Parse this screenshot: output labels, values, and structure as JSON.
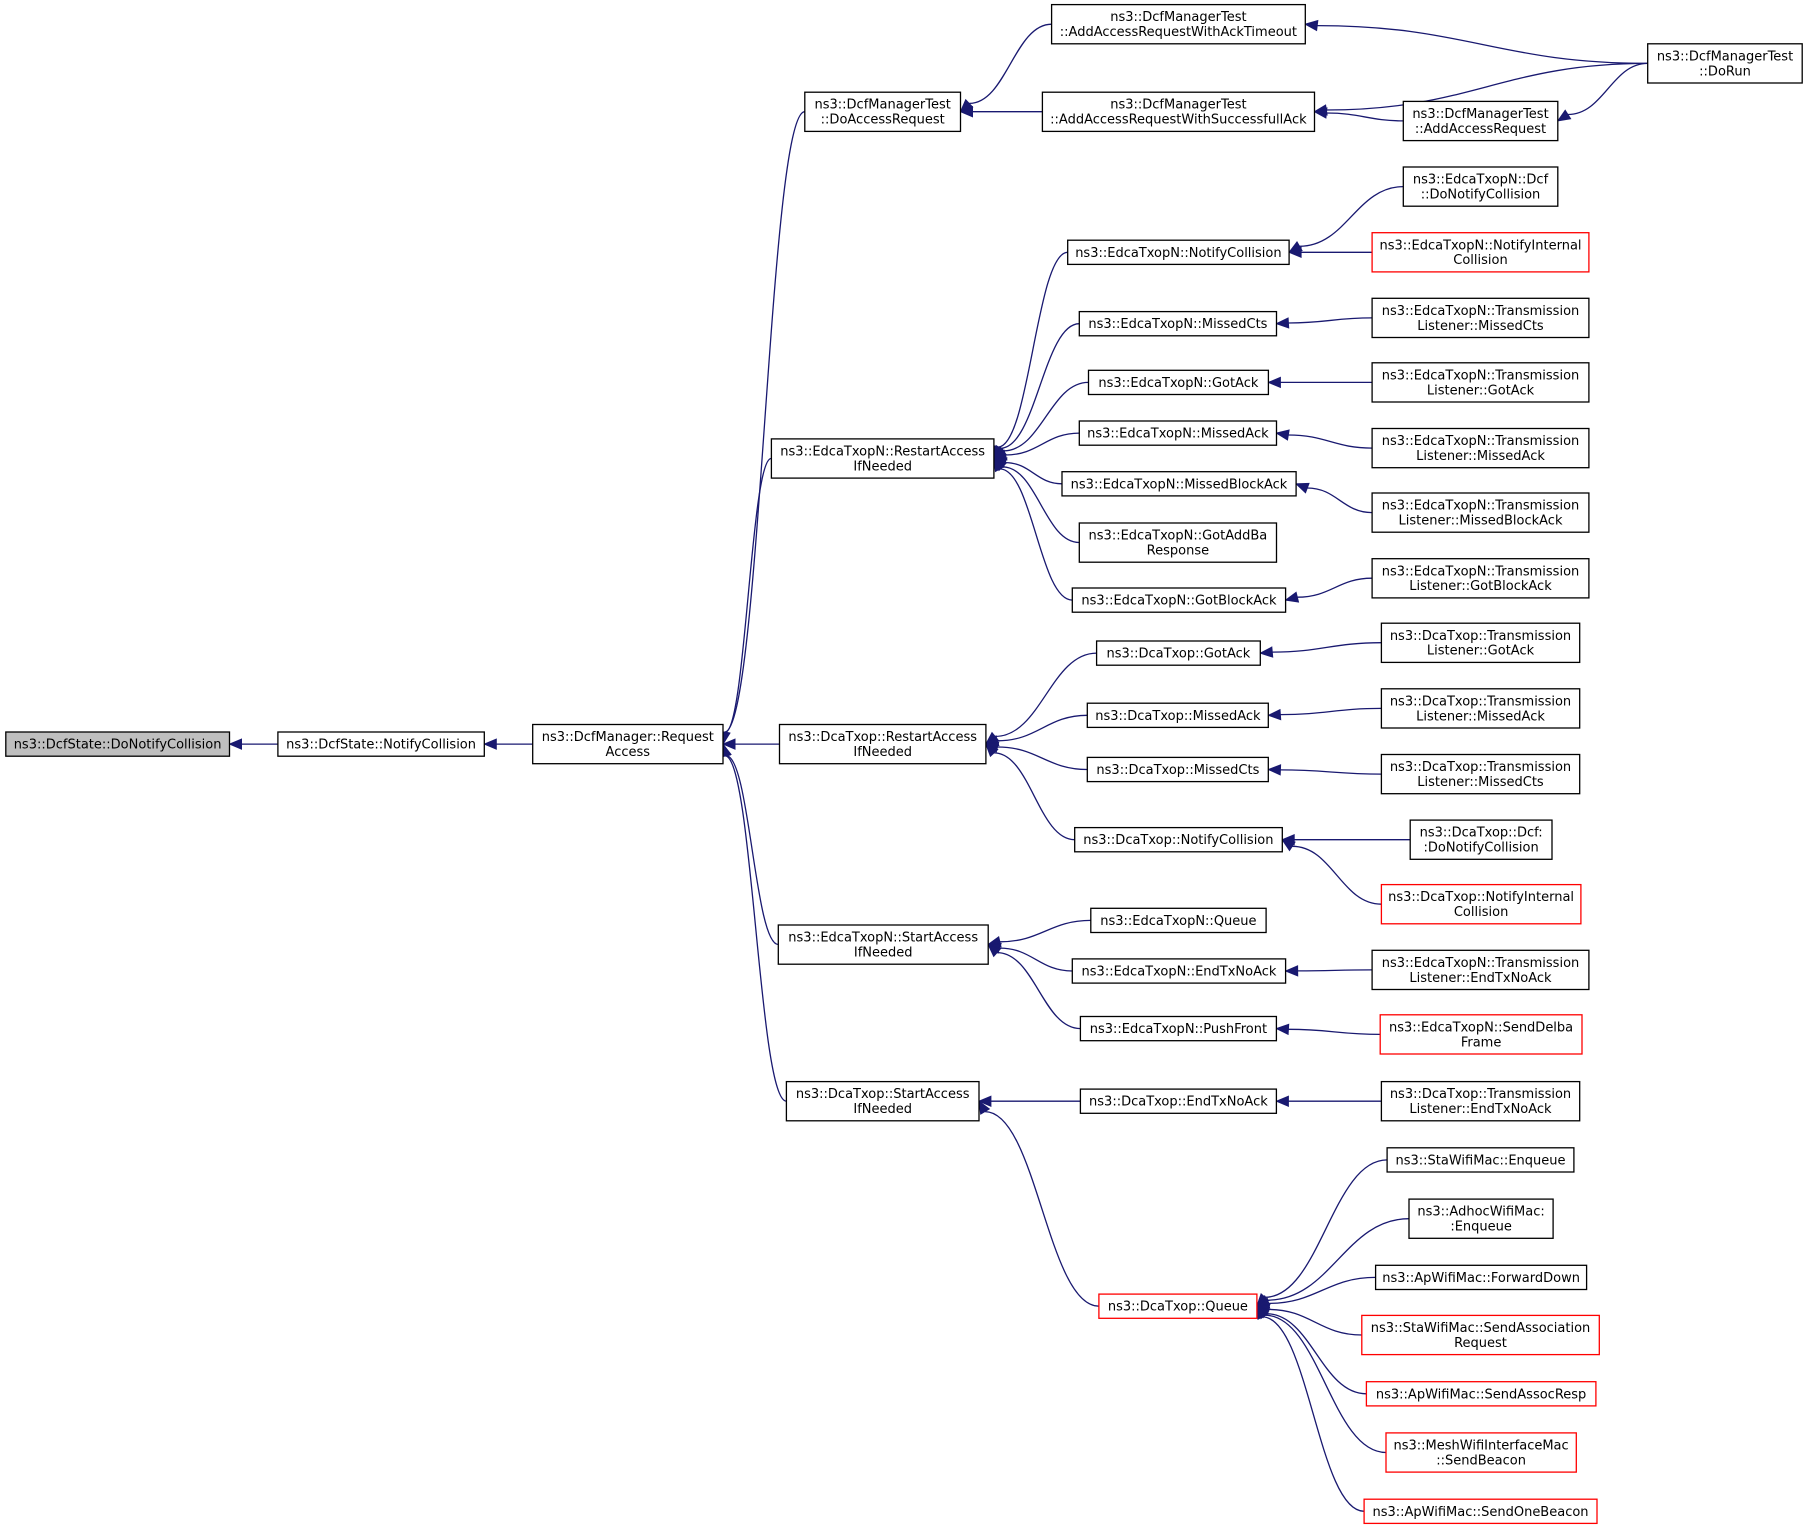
{
  "diagram": {
    "kind": "caller-graph",
    "colors": {
      "edge": "#191970",
      "box_border": "#000000",
      "truncated_box_border": "#ff0000",
      "focus_fill": "#bfbfbf"
    },
    "nodes": [
      {
        "id": "n0",
        "lines": [
          "ns3::DcfState::DoNotifyCollision"
        ],
        "style": "focus"
      },
      {
        "id": "n1",
        "lines": [
          "ns3::DcfState::NotifyCollision"
        ],
        "style": "normal"
      },
      {
        "id": "n2",
        "lines": [
          "ns3::DcfManager::Request",
          "Access"
        ],
        "style": "normal"
      },
      {
        "id": "n3",
        "lines": [
          "ns3::DcfManagerTest",
          "::DoAccessRequest"
        ],
        "style": "normal"
      },
      {
        "id": "n4",
        "lines": [
          "ns3::DcfManagerTest",
          "::AddAccessRequestWithAckTimeout"
        ],
        "style": "normal"
      },
      {
        "id": "n5",
        "lines": [
          "ns3::DcfManagerTest",
          "::AddAccessRequestWithSuccessfullAck"
        ],
        "style": "normal"
      },
      {
        "id": "n6",
        "lines": [
          "ns3::DcfManagerTest",
          "::DoRun"
        ],
        "style": "normal"
      },
      {
        "id": "n7",
        "lines": [
          "ns3::DcfManagerTest",
          "::AddAccessRequest"
        ],
        "style": "normal"
      },
      {
        "id": "n8",
        "lines": [
          "ns3::EdcaTxopN::RestartAccess",
          "IfNeeded"
        ],
        "style": "normal"
      },
      {
        "id": "n9",
        "lines": [
          "ns3::EdcaTxopN::NotifyCollision"
        ],
        "style": "normal"
      },
      {
        "id": "n10",
        "lines": [
          "ns3::EdcaTxopN::Dcf",
          "::DoNotifyCollision"
        ],
        "style": "normal"
      },
      {
        "id": "n11",
        "lines": [
          "ns3::EdcaTxopN::NotifyInternal",
          "Collision"
        ],
        "style": "truncated"
      },
      {
        "id": "n12",
        "lines": [
          "ns3::EdcaTxopN::MissedCts"
        ],
        "style": "normal"
      },
      {
        "id": "n13",
        "lines": [
          "ns3::EdcaTxopN::Transmission",
          "Listener::MissedCts"
        ],
        "style": "normal"
      },
      {
        "id": "n14",
        "lines": [
          "ns3::EdcaTxopN::GotAck"
        ],
        "style": "normal"
      },
      {
        "id": "n15",
        "lines": [
          "ns3::EdcaTxopN::Transmission",
          "Listener::GotAck"
        ],
        "style": "normal"
      },
      {
        "id": "n16",
        "lines": [
          "ns3::EdcaTxopN::MissedAck"
        ],
        "style": "normal"
      },
      {
        "id": "n17",
        "lines": [
          "ns3::EdcaTxopN::Transmission",
          "Listener::MissedAck"
        ],
        "style": "normal"
      },
      {
        "id": "n18",
        "lines": [
          "ns3::EdcaTxopN::MissedBlockAck"
        ],
        "style": "normal"
      },
      {
        "id": "n19",
        "lines": [
          "ns3::EdcaTxopN::Transmission",
          "Listener::MissedBlockAck"
        ],
        "style": "normal"
      },
      {
        "id": "n20",
        "lines": [
          "ns3::EdcaTxopN::GotAddBa",
          "Response"
        ],
        "style": "normal"
      },
      {
        "id": "n21",
        "lines": [
          "ns3::EdcaTxopN::GotBlockAck"
        ],
        "style": "normal"
      },
      {
        "id": "n22",
        "lines": [
          "ns3::EdcaTxopN::Transmission",
          "Listener::GotBlockAck"
        ],
        "style": "normal"
      },
      {
        "id": "n23",
        "lines": [
          "ns3::DcaTxop::RestartAccess",
          "IfNeeded"
        ],
        "style": "normal"
      },
      {
        "id": "n24",
        "lines": [
          "ns3::DcaTxop::GotAck"
        ],
        "style": "normal"
      },
      {
        "id": "n25",
        "lines": [
          "ns3::DcaTxop::Transmission",
          "Listener::GotAck"
        ],
        "style": "normal"
      },
      {
        "id": "n26",
        "lines": [
          "ns3::DcaTxop::MissedAck"
        ],
        "style": "normal"
      },
      {
        "id": "n27",
        "lines": [
          "ns3::DcaTxop::Transmission",
          "Listener::MissedAck"
        ],
        "style": "normal"
      },
      {
        "id": "n28",
        "lines": [
          "ns3::DcaTxop::MissedCts"
        ],
        "style": "normal"
      },
      {
        "id": "n29",
        "lines": [
          "ns3::DcaTxop::Transmission",
          "Listener::MissedCts"
        ],
        "style": "normal"
      },
      {
        "id": "n30",
        "lines": [
          "ns3::DcaTxop::NotifyCollision"
        ],
        "style": "normal"
      },
      {
        "id": "n31",
        "lines": [
          "ns3::DcaTxop::Dcf:",
          ":DoNotifyCollision"
        ],
        "style": "normal"
      },
      {
        "id": "n32",
        "lines": [
          "ns3::DcaTxop::NotifyInternal",
          "Collision"
        ],
        "style": "truncated"
      },
      {
        "id": "n33",
        "lines": [
          "ns3::EdcaTxopN::StartAccess",
          "IfNeeded"
        ],
        "style": "normal"
      },
      {
        "id": "n34",
        "lines": [
          "ns3::EdcaTxopN::Queue"
        ],
        "style": "normal"
      },
      {
        "id": "n35",
        "lines": [
          "ns3::EdcaTxopN::EndTxNoAck"
        ],
        "style": "normal"
      },
      {
        "id": "n36",
        "lines": [
          "ns3::EdcaTxopN::Transmission",
          "Listener::EndTxNoAck"
        ],
        "style": "normal"
      },
      {
        "id": "n37",
        "lines": [
          "ns3::EdcaTxopN::PushFront"
        ],
        "style": "normal"
      },
      {
        "id": "n38",
        "lines": [
          "ns3::EdcaTxopN::SendDelba",
          "Frame"
        ],
        "style": "truncated"
      },
      {
        "id": "n39",
        "lines": [
          "ns3::DcaTxop::StartAccess",
          "IfNeeded"
        ],
        "style": "normal"
      },
      {
        "id": "n40",
        "lines": [
          "ns3::DcaTxop::EndTxNoAck"
        ],
        "style": "normal"
      },
      {
        "id": "n41",
        "lines": [
          "ns3::DcaTxop::Transmission",
          "Listener::EndTxNoAck"
        ],
        "style": "normal"
      },
      {
        "id": "n42",
        "lines": [
          "ns3::DcaTxop::Queue"
        ],
        "style": "truncated"
      },
      {
        "id": "n43",
        "lines": [
          "ns3::StaWifiMac::Enqueue"
        ],
        "style": "normal"
      },
      {
        "id": "n44",
        "lines": [
          "ns3::AdhocWifiMac:",
          ":Enqueue"
        ],
        "style": "normal"
      },
      {
        "id": "n45",
        "lines": [
          "ns3::ApWifiMac::ForwardDown"
        ],
        "style": "normal"
      },
      {
        "id": "n46",
        "lines": [
          "ns3::StaWifiMac::SendAssociation",
          "Request"
        ],
        "style": "truncated"
      },
      {
        "id": "n47",
        "lines": [
          "ns3::ApWifiMac::SendAssocResp"
        ],
        "style": "truncated"
      },
      {
        "id": "n48",
        "lines": [
          "ns3::MeshWifiInterfaceMac",
          "::SendBeacon"
        ],
        "style": "truncated"
      },
      {
        "id": "n49",
        "lines": [
          "ns3::ApWifiMac::SendOneBeacon"
        ],
        "style": "truncated"
      }
    ],
    "edges": [
      {
        "from": "n0",
        "to": "n1"
      },
      {
        "from": "n1",
        "to": "n2"
      },
      {
        "from": "n2",
        "to": "n3"
      },
      {
        "from": "n2",
        "to": "n8"
      },
      {
        "from": "n2",
        "to": "n23"
      },
      {
        "from": "n2",
        "to": "n33"
      },
      {
        "from": "n2",
        "to": "n39"
      },
      {
        "from": "n3",
        "to": "n4"
      },
      {
        "from": "n3",
        "to": "n5"
      },
      {
        "from": "n4",
        "to": "n6"
      },
      {
        "from": "n5",
        "to": "n6"
      },
      {
        "from": "n5",
        "to": "n7"
      },
      {
        "from": "n7",
        "to": "n6"
      },
      {
        "from": "n8",
        "to": "n9"
      },
      {
        "from": "n8",
        "to": "n12"
      },
      {
        "from": "n8",
        "to": "n14"
      },
      {
        "from": "n8",
        "to": "n16"
      },
      {
        "from": "n8",
        "to": "n18"
      },
      {
        "from": "n8",
        "to": "n20"
      },
      {
        "from": "n8",
        "to": "n21"
      },
      {
        "from": "n9",
        "to": "n10"
      },
      {
        "from": "n9",
        "to": "n11"
      },
      {
        "from": "n12",
        "to": "n13"
      },
      {
        "from": "n14",
        "to": "n15"
      },
      {
        "from": "n16",
        "to": "n17"
      },
      {
        "from": "n18",
        "to": "n19"
      },
      {
        "from": "n21",
        "to": "n22"
      },
      {
        "from": "n23",
        "to": "n24"
      },
      {
        "from": "n23",
        "to": "n26"
      },
      {
        "from": "n23",
        "to": "n28"
      },
      {
        "from": "n23",
        "to": "n30"
      },
      {
        "from": "n24",
        "to": "n25"
      },
      {
        "from": "n26",
        "to": "n27"
      },
      {
        "from": "n28",
        "to": "n29"
      },
      {
        "from": "n30",
        "to": "n31"
      },
      {
        "from": "n30",
        "to": "n32"
      },
      {
        "from": "n33",
        "to": "n34"
      },
      {
        "from": "n33",
        "to": "n35"
      },
      {
        "from": "n33",
        "to": "n37"
      },
      {
        "from": "n35",
        "to": "n36"
      },
      {
        "from": "n37",
        "to": "n38"
      },
      {
        "from": "n39",
        "to": "n40"
      },
      {
        "from": "n39",
        "to": "n42"
      },
      {
        "from": "n40",
        "to": "n41"
      },
      {
        "from": "n42",
        "to": "n43"
      },
      {
        "from": "n42",
        "to": "n44"
      },
      {
        "from": "n42",
        "to": "n45"
      },
      {
        "from": "n42",
        "to": "n46"
      },
      {
        "from": "n42",
        "to": "n47"
      },
      {
        "from": "n42",
        "to": "n48"
      },
      {
        "from": "n42",
        "to": "n49"
      }
    ]
  }
}
